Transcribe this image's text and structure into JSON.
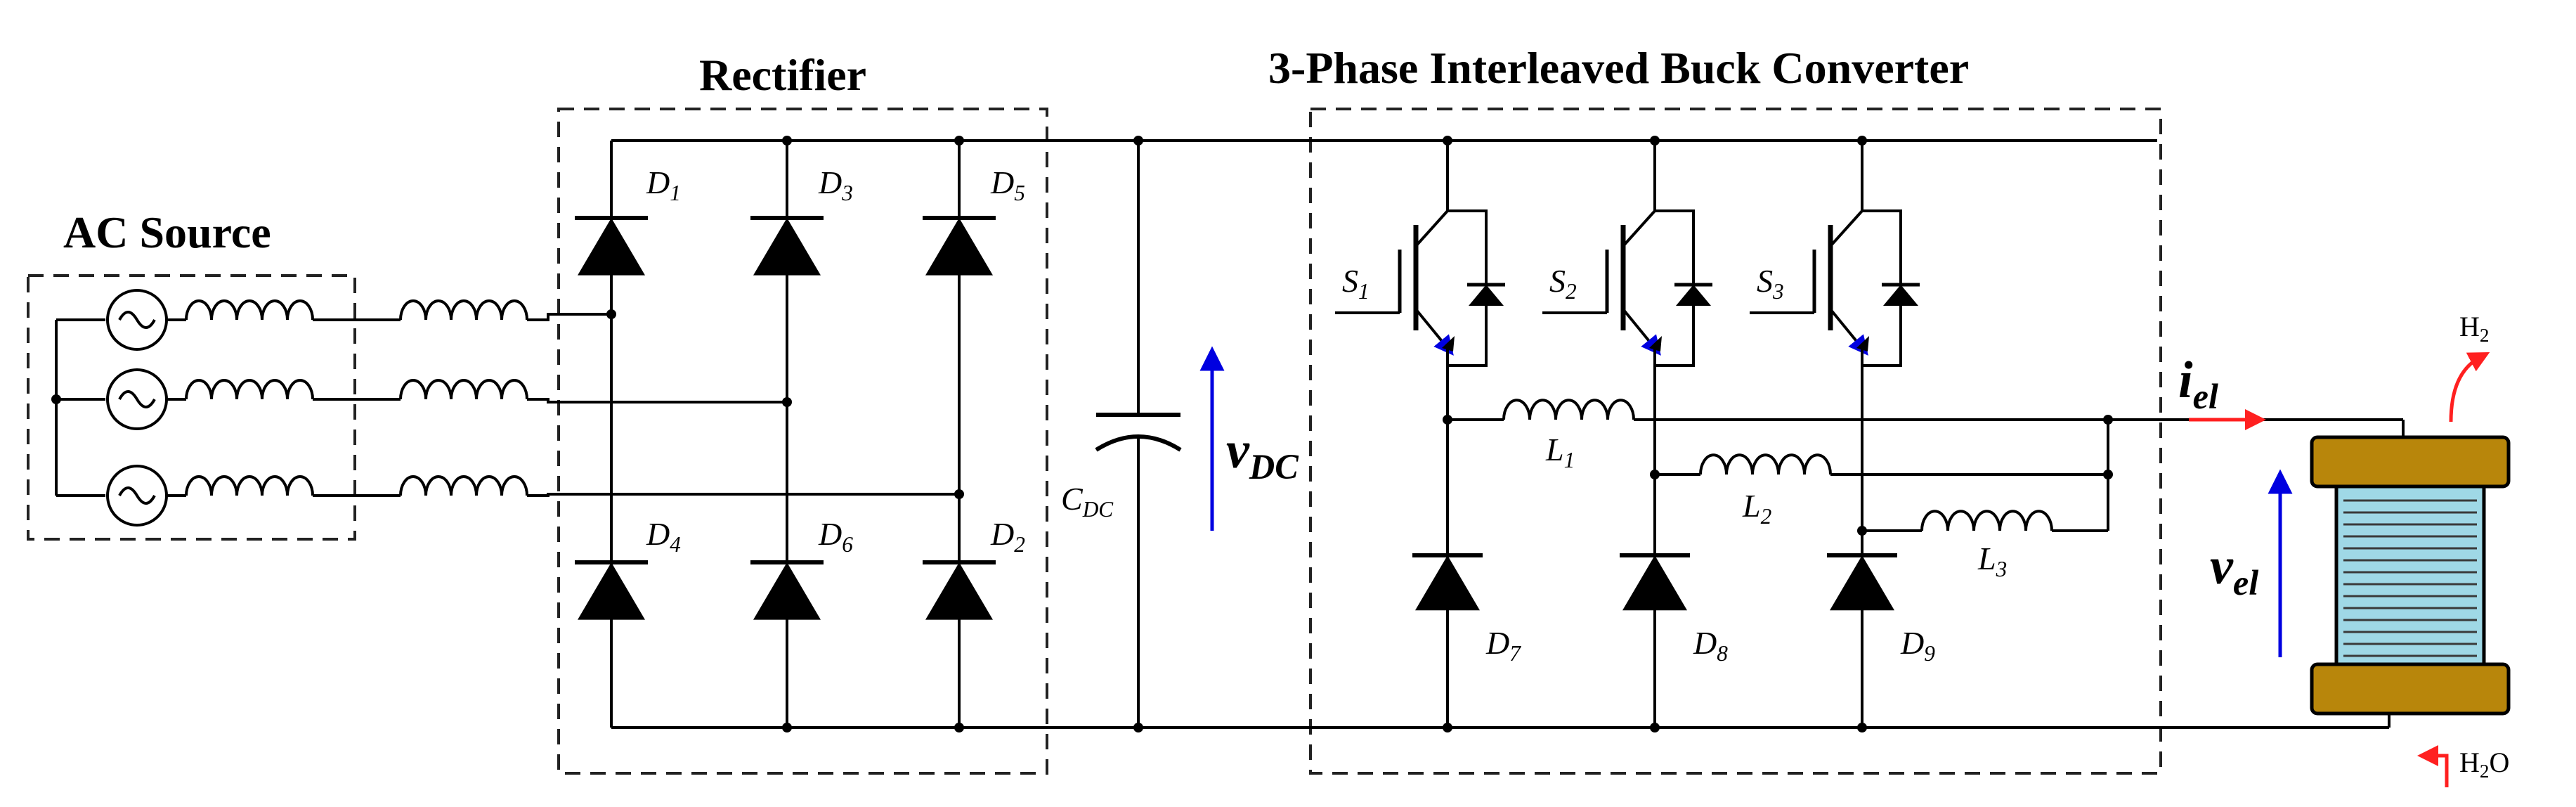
{
  "blocks": {
    "ac_source": "AC Source",
    "rectifier": "Rectifier",
    "buck": "3-Phase Interleaved Buck Converter"
  },
  "rect_diodes": [
    {
      "main": "D",
      "sub": "1"
    },
    {
      "main": "D",
      "sub": "3"
    },
    {
      "main": "D",
      "sub": "5"
    },
    {
      "main": "D",
      "sub": "4"
    },
    {
      "main": "D",
      "sub": "6"
    },
    {
      "main": "D",
      "sub": "2"
    }
  ],
  "switches": [
    {
      "main": "S",
      "sub": "1"
    },
    {
      "main": "S",
      "sub": "2"
    },
    {
      "main": "S",
      "sub": "3"
    }
  ],
  "inductors": [
    {
      "main": "L",
      "sub": "1"
    },
    {
      "main": "L",
      "sub": "2"
    },
    {
      "main": "L",
      "sub": "3"
    }
  ],
  "buck_diodes": [
    {
      "main": "D",
      "sub": "7"
    },
    {
      "main": "D",
      "sub": "8"
    },
    {
      "main": "D",
      "sub": "9"
    }
  ],
  "capacitor": {
    "main": "C",
    "sub": "DC"
  },
  "v_dc": {
    "main": "v",
    "sub": "DC"
  },
  "i_el": {
    "main": "i",
    "sub": "el"
  },
  "v_el": {
    "main": "v",
    "sub": "el"
  },
  "h2": {
    "main": "H",
    "sub": "2"
  },
  "h2o": {
    "main": "H",
    "sub": "2",
    "tail": "O"
  },
  "colors": {
    "arrow_voltage": "#0000e0",
    "arrow_current": "#ff2020",
    "stack_body": "#b8860b",
    "stack_plates": "#9fd8e6"
  }
}
